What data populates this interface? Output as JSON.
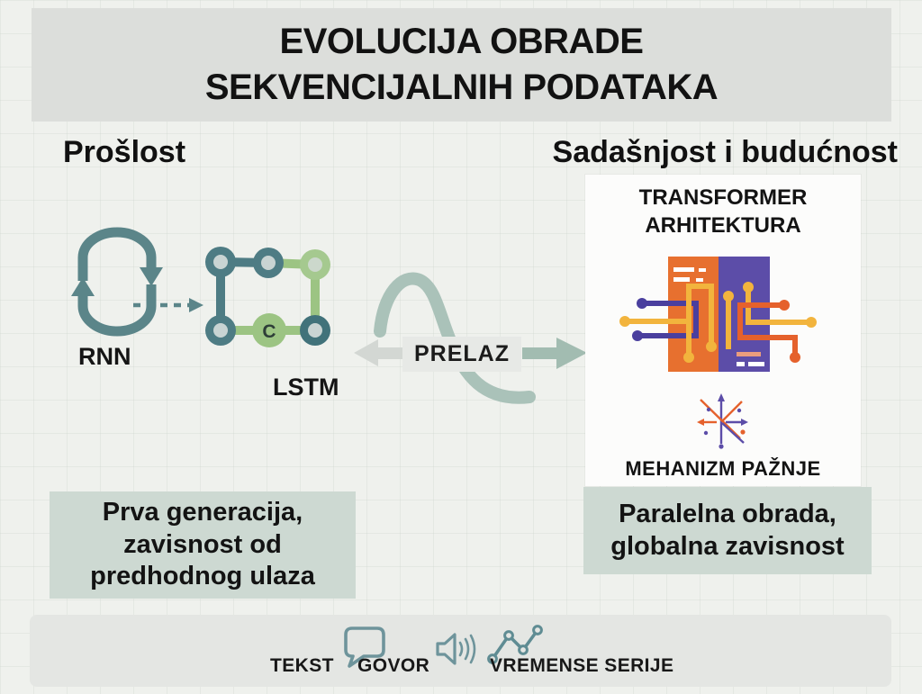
{
  "palette": {
    "background": "#eff1ed",
    "banner_gray": "#dcdedb",
    "sage_box": "#cdd9d2",
    "footer_bar": "#e4e6e3",
    "teal": "#5b8589",
    "teal_node": "#4e7c84",
    "green_node": "#9cc483",
    "swoosh_sage": "#aac2b9",
    "arrow_right_sage": "#a2bcb1",
    "arrow_left_gray": "#d3d7d3",
    "orange_block": "#e7702f",
    "purple_block": "#5c4da8",
    "yellow_trace": "#f2b43d",
    "blue_trace": "#4a3f9e",
    "orange_trace": "#e5612c"
  },
  "title": {
    "text": "EVOLUCIJA OBRADE\nSEKVENCIJALNIH PODATAKA"
  },
  "left_section": {
    "heading": "Prošlost",
    "rnn_label": "RNN",
    "lstm_label": "LSTM",
    "lstm_cell_letter": "C",
    "caption": "Prva generacija,\nzavisnost od\npredhodnog ulaza"
  },
  "transition": {
    "label": "PRELAZ"
  },
  "right_section": {
    "heading": "Sadašnjost i budućnost",
    "card_title": "TRANSFORMER\nARHITEKTURA",
    "attention_label": "MEHANIZM PAŽNJE",
    "caption": "Paralelna obrada,\nglobalna zavisnost"
  },
  "footer": {
    "tekst_label": "TEKST",
    "govor_label": "GOVOR",
    "series_label": "VREMENSE SERIJE"
  }
}
